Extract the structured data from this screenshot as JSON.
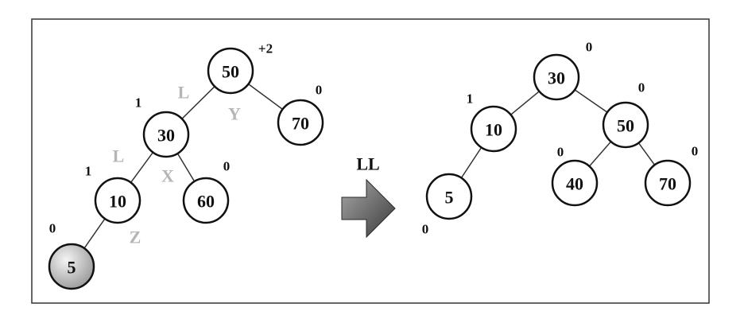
{
  "rotation_label": "LL",
  "colors": {
    "frame": "#333333",
    "edge": "#333333",
    "node_fill": "#ffffff",
    "node_stroke": "#111111",
    "highlight_fill_light": "#f4f4f4",
    "highlight_fill_dark": "#9a9a9a",
    "tag_text": "#b5b5b5",
    "arrow_light": "#a8a8a8",
    "arrow_dark": "#3a3a3a"
  },
  "before_tree": {
    "nodes": [
      {
        "id": "b50",
        "value": "50",
        "balance": "+2",
        "highlight": false
      },
      {
        "id": "b30",
        "value": "30",
        "balance": "1",
        "highlight": false
      },
      {
        "id": "b70",
        "value": "70",
        "balance": "0",
        "highlight": false
      },
      {
        "id": "b10",
        "value": "10",
        "balance": "1",
        "highlight": false
      },
      {
        "id": "b60",
        "value": "60",
        "balance": "0",
        "highlight": false
      },
      {
        "id": "b5",
        "value": "5",
        "balance": "0",
        "highlight": true
      }
    ],
    "edges": [
      {
        "from": "b50",
        "to": "b30"
      },
      {
        "from": "b50",
        "to": "b70"
      },
      {
        "from": "b30",
        "to": "b10"
      },
      {
        "from": "b30",
        "to": "b60"
      },
      {
        "from": "b10",
        "to": "b5"
      }
    ],
    "subtree_tags": [
      {
        "id": "tag-L1",
        "text": "L"
      },
      {
        "id": "tag-Y",
        "text": "Y"
      },
      {
        "id": "tag-L2",
        "text": "L"
      },
      {
        "id": "tag-X",
        "text": "X"
      },
      {
        "id": "tag-Z",
        "text": "Z"
      }
    ]
  },
  "after_tree": {
    "nodes": [
      {
        "id": "a30",
        "value": "30",
        "balance": "0",
        "highlight": false
      },
      {
        "id": "a10",
        "value": "10",
        "balance": "1",
        "highlight": false
      },
      {
        "id": "a50",
        "value": "50",
        "balance": "0",
        "highlight": false
      },
      {
        "id": "a5",
        "value": "5",
        "balance": "0",
        "highlight": false
      },
      {
        "id": "a40",
        "value": "40",
        "balance": "0",
        "highlight": false
      },
      {
        "id": "a70",
        "value": "70",
        "balance": "0",
        "highlight": false
      }
    ],
    "edges": [
      {
        "from": "a30",
        "to": "a10"
      },
      {
        "from": "a30",
        "to": "a50"
      },
      {
        "from": "a10",
        "to": "a5"
      },
      {
        "from": "a50",
        "to": "a40"
      },
      {
        "from": "a50",
        "to": "a70"
      }
    ]
  }
}
